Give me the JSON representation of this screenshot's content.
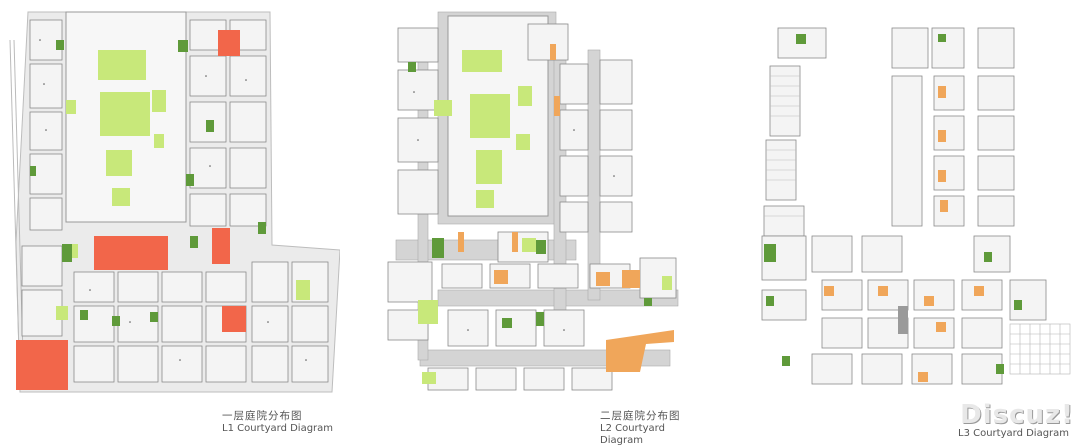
{
  "panels": [
    {
      "id": "l1",
      "caption_zh": "一层庭院分布图",
      "caption_en": "L1 Courtyard Diagram"
    },
    {
      "id": "l2",
      "caption_zh": "二层庭院分布图",
      "caption_en": "L2 Courtyard Diagram"
    },
    {
      "id": "l3",
      "caption_zh": "",
      "caption_en": "L3 Courtyard Diagram"
    }
  ],
  "watermark": "Discuz!",
  "colors": {
    "courtyard_light": "#c8e87a",
    "courtyard_dark": "#5f9a3a",
    "highlight_red": "#f2664a",
    "highlight_orange": "#f0a65a",
    "circulation": "#d4d4d4",
    "building_line": "#8a8a8a"
  }
}
